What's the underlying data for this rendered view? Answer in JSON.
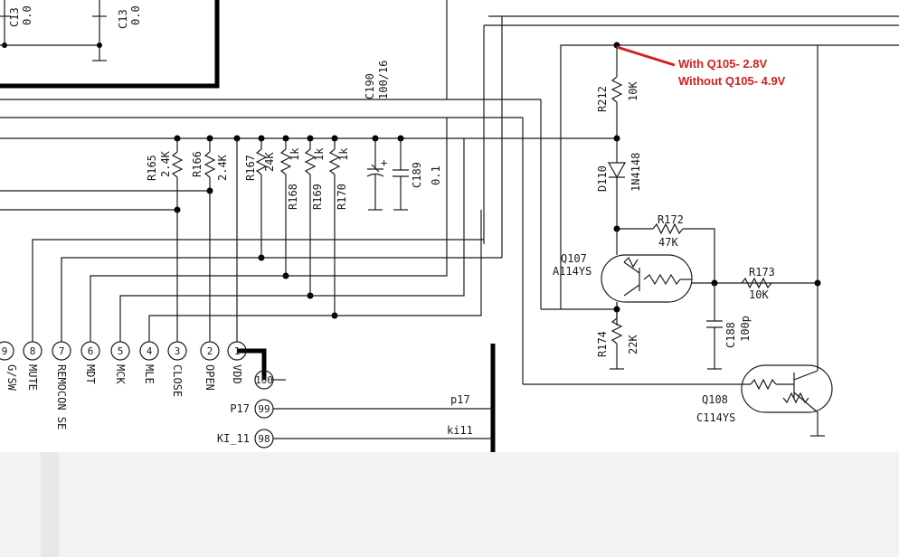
{
  "annotation": {
    "line1": "With Q105- 2.8V",
    "line2": "Without Q105- 4.9V",
    "color": "#d21f1f"
  },
  "components": {
    "c13a": "C13",
    "c13a_val": "0.0",
    "c13b": "C13",
    "c13b_val": "0.0",
    "c190": "C190",
    "c190_val": "100/16",
    "c189": "C189",
    "c189_val": "0.1",
    "r165": "R165",
    "r165_val": "2.4K",
    "r166": "R166",
    "r166_val": "2.4K",
    "r167": "R167",
    "r167_val": "24K",
    "r168": "R168",
    "r168_val": "1k",
    "r169": "R169",
    "r169_val": "1k",
    "r170": "R170",
    "r170_val": "1k",
    "r212": "R212",
    "r212_val": "10K",
    "d110": "D110",
    "d110_val": "1N4148",
    "r172": "R172",
    "r172_val": "47K",
    "q107": "Q107",
    "q107_val": "A114YS",
    "r173": "R173",
    "r173_val": "10K",
    "r174": "R174",
    "r174_val": "22K",
    "c188": "C188",
    "c188_val": "100p",
    "q108": "Q108",
    "q108_val": "C114YS"
  },
  "connector_pins": [
    {
      "num": "9",
      "name": "G/SW"
    },
    {
      "num": "8",
      "name": "MUTE"
    },
    {
      "num": "7",
      "name": "REMOCON SE"
    },
    {
      "num": "6",
      "name": "MDT"
    },
    {
      "num": "5",
      "name": "MCK"
    },
    {
      "num": "4",
      "name": "MLE"
    },
    {
      "num": "3",
      "name": "CLOSE"
    },
    {
      "num": "2",
      "name": "OPEN"
    },
    {
      "num": "1",
      "name": "VDD"
    }
  ],
  "ic_pins": [
    {
      "num": "100",
      "name": ""
    },
    {
      "num": "99",
      "name": "P17"
    },
    {
      "num": "98",
      "name": "KI_11"
    }
  ],
  "nets": {
    "p17": "p17",
    "ki11": "ki11"
  }
}
